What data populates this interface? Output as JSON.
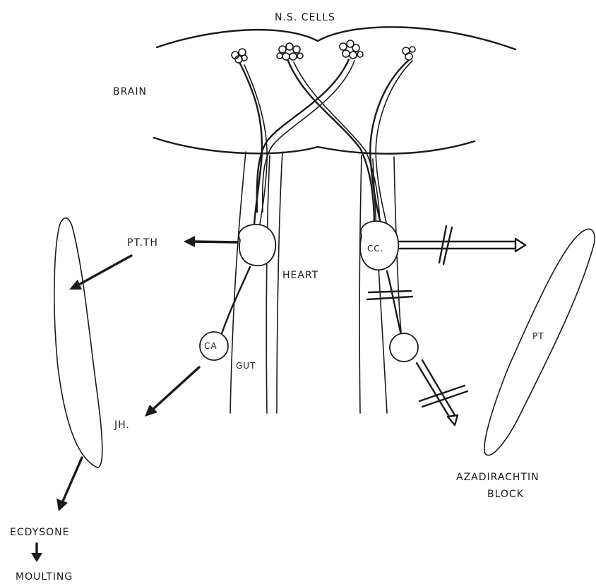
{
  "labels": {
    "ns_cells": "N.S. CELLS",
    "brain": "BRAIN",
    "ptth": "PT.TH",
    "heart": "HEART",
    "cc": "CC.",
    "ca": "CA",
    "gut": "GUT",
    "jh": "JH.",
    "pt": "PT",
    "azadirachtin": "AZADIRACHTIN",
    "block": "BLOCK",
    "ecdysone": "ECDYSONE",
    "moulting": "MOULTING"
  },
  "colors": {
    "ink": "#1a1a1a",
    "paper": "#ffffff"
  }
}
